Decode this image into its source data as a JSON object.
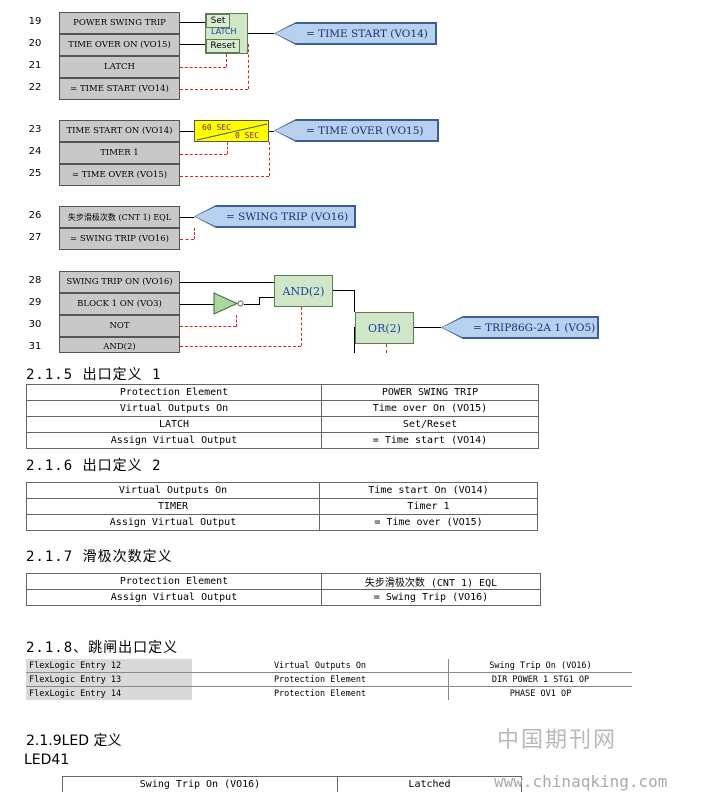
{
  "diagram": {
    "g1": {
      "rows": [
        {
          "num": "19",
          "label": "POWER SWING TRIP"
        },
        {
          "num": "20",
          "label": "TIME OVER ON (VO15)"
        },
        {
          "num": "21",
          "label": "LATCH"
        },
        {
          "num": "22",
          "label": "= TIME START (VO14)"
        }
      ],
      "latch_set": "Set",
      "latch_title": "LATCH",
      "latch_reset": "Reset",
      "output": "= TIME START (VO14)"
    },
    "g2": {
      "rows": [
        {
          "num": "23",
          "label": "TIME START ON (VO14)"
        },
        {
          "num": "24",
          "label": "TIMER 1"
        },
        {
          "num": "25",
          "label": "= TIME OVER (VO15)"
        }
      ],
      "timer_on": "60 SEC",
      "timer_off": "0 SEC",
      "output": "= TIME OVER (VO15)"
    },
    "g3": {
      "rows": [
        {
          "num": "26",
          "label": "失步滑极次数 (CNT 1) EQL"
        },
        {
          "num": "27",
          "label": "= SWING TRIP (VO16)"
        }
      ],
      "output": "= SWING TRIP (VO16)"
    },
    "g4": {
      "rows": [
        {
          "num": "28",
          "label": "SWING TRIP ON (VO16)"
        },
        {
          "num": "29",
          "label": "BLOCK 1 ON (VO3)"
        },
        {
          "num": "30",
          "label": "NOT"
        },
        {
          "num": "31",
          "label": "AND(2)"
        }
      ],
      "and_label": "AND(2)",
      "or_label": "OR(2)",
      "output": "= TRIP86G-2A 1 (VO5)"
    }
  },
  "sections": {
    "s215": {
      "heading": "2.1.5 出口定义 1",
      "rows": [
        [
          "Protection Element",
          "POWER SWING TRIP"
        ],
        [
          "Virtual Outputs On",
          "Time over On (VO15)"
        ],
        [
          "LATCH",
          "Set/Reset"
        ],
        [
          "Assign Virtual Output",
          "= Time start (VO14)"
        ]
      ]
    },
    "s216": {
      "heading": "2.1.6 出口定义 2",
      "rows": [
        [
          "Virtual Outputs On",
          "Time start On (VO14)"
        ],
        [
          "TIMER",
          "Timer 1"
        ],
        [
          "Assign Virtual Output",
          "= Time over (VO15)"
        ]
      ]
    },
    "s217": {
      "heading": "2.1.7 滑极次数定义",
      "rows": [
        [
          "Protection Element",
          "失步滑极次数 (CNT 1) EQL"
        ],
        [
          "Assign Virtual Output",
          "= Swing Trip (VO16)"
        ]
      ]
    },
    "s218": {
      "heading": "2.1.8、跳闸出口定义",
      "rows": [
        [
          "FlexLogic Entry 12",
          "Virtual Outputs On",
          "Swing Trip On (VO16)"
        ],
        [
          "FlexLogic Entry 13",
          "Protection Element",
          "DIR POWER 1 STG1 OP"
        ],
        [
          "FlexLogic Entry 14",
          "Protection Element",
          "PHASE OV1 OP"
        ]
      ]
    },
    "s219": {
      "heading": "2.1.9LED 定义",
      "subheading": "LED41",
      "rows": [
        [
          "Swing Trip On (VO16)",
          "Latched"
        ]
      ]
    }
  },
  "watermark": {
    "cn": "中国期刊网",
    "url": "www.chinaqking.com"
  }
}
